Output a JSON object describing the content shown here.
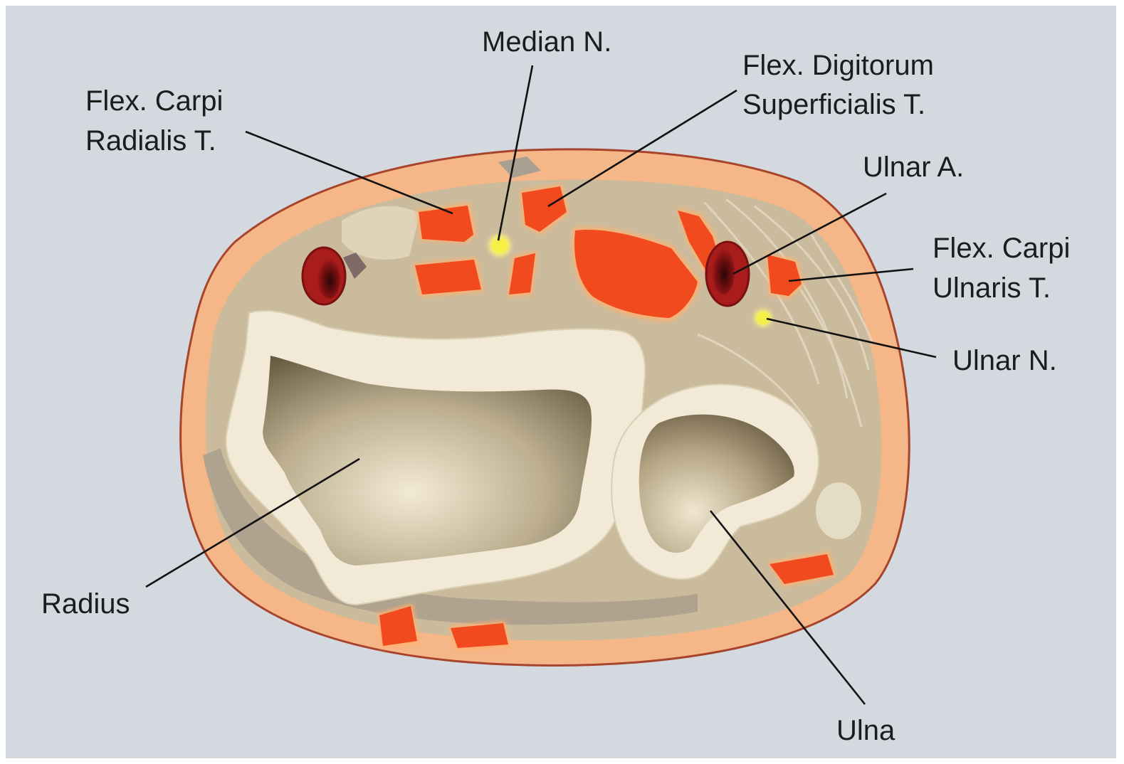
{
  "labels": {
    "median_nerve": [
      "Median N."
    ],
    "flexor_digitorum_superficialis": [
      "Flex. Digitorum",
      "Superficialis T."
    ],
    "flexor_carpi_radialis": [
      "Flex. Carpi",
      "Radialis T."
    ],
    "ulnar_artery": [
      "Ulnar A."
    ],
    "flexor_carpi_ulnaris": [
      "Flex. Carpi",
      "Ulnaris T."
    ],
    "ulnar_nerve": [
      "Ulnar N."
    ],
    "radius": [
      "Radius"
    ],
    "ulna": [
      "Ulna"
    ]
  },
  "colors": {
    "background": "#d3d9de",
    "skin": "#f5b688",
    "skin_outline": "#a8432c",
    "tissue": "#cbbb9d",
    "bone": "#f2ead6",
    "marrow": "#8a7a5e",
    "tendon": "#f04a1e",
    "vessel": "#8a1616",
    "nerve": "#f4f046"
  }
}
